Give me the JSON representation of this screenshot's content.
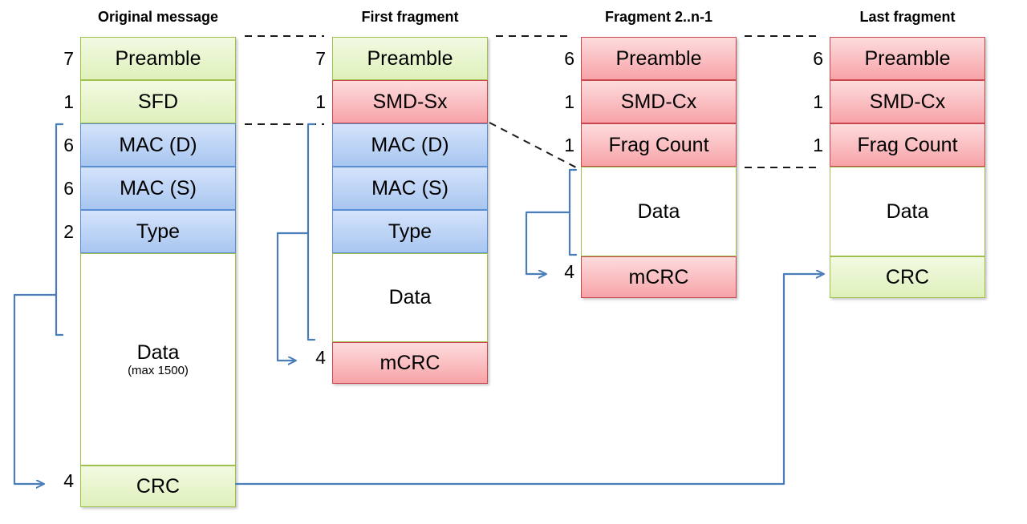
{
  "diagram": {
    "title_row": [
      {
        "label": "Original message"
      },
      {
        "label": "First fragment"
      },
      {
        "label": "Fragment 2..n-1"
      },
      {
        "label": "Last fragment"
      }
    ],
    "colors": {
      "green_fill": "#dff0bb",
      "green_border": "#9fc14c",
      "blue_fill": "#a8c6f0",
      "blue_border": "#5b8ed1",
      "red_fill": "#f7a3a8",
      "red_border": "#c9474d",
      "white_fill": "#ffffff",
      "arrow": "#4a7ebb",
      "dashed": "#000000"
    },
    "columns": [
      {
        "name": "original-message",
        "fields": [
          {
            "label": "Preamble",
            "size": "7",
            "style": "green"
          },
          {
            "label": "SFD",
            "size": "1",
            "style": "green"
          },
          {
            "label": "MAC (D)",
            "size": "6",
            "style": "blue"
          },
          {
            "label": "MAC (S)",
            "size": "6",
            "style": "blue"
          },
          {
            "label": "Type",
            "size": "2",
            "style": "blue"
          },
          {
            "label": "Data",
            "sublabel": "(max 1500)",
            "size": "",
            "style": "white"
          },
          {
            "label": "CRC",
            "size": "4",
            "style": "green"
          }
        ]
      },
      {
        "name": "first-fragment",
        "fields": [
          {
            "label": "Preamble",
            "size": "7",
            "style": "green"
          },
          {
            "label": "SMD-Sx",
            "size": "1",
            "style": "red"
          },
          {
            "label": "MAC (D)",
            "size": "",
            "style": "blue"
          },
          {
            "label": "MAC (S)",
            "size": "",
            "style": "blue"
          },
          {
            "label": "Type",
            "size": "",
            "style": "blue"
          },
          {
            "label": "Data",
            "size": "",
            "style": "white"
          },
          {
            "label": "mCRC",
            "size": "4",
            "style": "red"
          }
        ]
      },
      {
        "name": "middle-fragment",
        "fields": [
          {
            "label": "Preamble",
            "size": "6",
            "style": "red"
          },
          {
            "label": "SMD-Cx",
            "size": "1",
            "style": "red"
          },
          {
            "label": "Frag Count",
            "size": "1",
            "style": "red"
          },
          {
            "label": "Data",
            "size": "",
            "style": "white"
          },
          {
            "label": "mCRC",
            "size": "4",
            "style": "red"
          }
        ]
      },
      {
        "name": "last-fragment",
        "fields": [
          {
            "label": "Preamble",
            "size": "6",
            "style": "red"
          },
          {
            "label": "SMD-Cx",
            "size": "1",
            "style": "red"
          },
          {
            "label": "Frag Count",
            "size": "1",
            "style": "red"
          },
          {
            "label": "Data",
            "size": "",
            "style": "white"
          },
          {
            "label": "CRC",
            "size": "",
            "style": "green"
          }
        ]
      }
    ],
    "crc_arrow_labels": {
      "original": "4",
      "first": "4",
      "middle": "4"
    }
  }
}
